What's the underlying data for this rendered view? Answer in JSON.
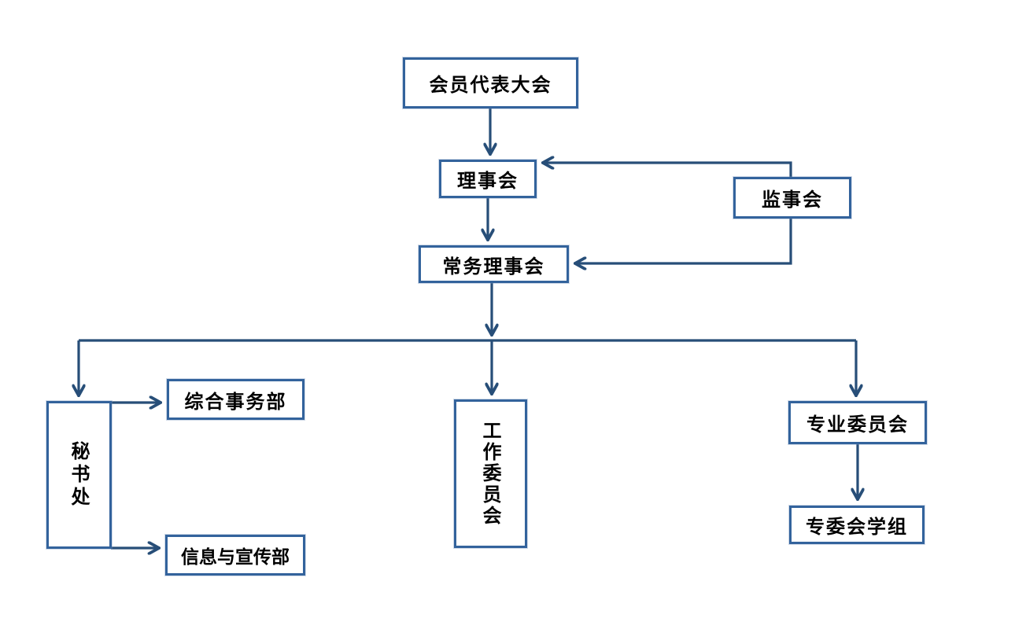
{
  "diagram": {
    "type": "organization-chart",
    "language": "zh-CN",
    "colors": {
      "background": "#ffffff",
      "box_border": "#33639c",
      "connector": "#274e78",
      "text": "#000000"
    },
    "nodes": [
      {
        "id": "general-assembly",
        "label": "会员代表大会",
        "orientation": "horizontal"
      },
      {
        "id": "council",
        "label": "理事会",
        "orientation": "horizontal"
      },
      {
        "id": "supervisory-board",
        "label": "监事会",
        "orientation": "horizontal"
      },
      {
        "id": "standing-council",
        "label": "常务理事会",
        "orientation": "horizontal"
      },
      {
        "id": "secretariat",
        "label": "秘书处",
        "orientation": "vertical"
      },
      {
        "id": "general-affairs-dept",
        "label": "综合事务部",
        "orientation": "horizontal"
      },
      {
        "id": "info-publicity-dept",
        "label": "信息与宣传部",
        "orientation": "horizontal"
      },
      {
        "id": "working-committee",
        "label": "工作委员会",
        "orientation": "vertical"
      },
      {
        "id": "professional-committee",
        "label": "专业委员会",
        "orientation": "horizontal"
      },
      {
        "id": "committee-study-group",
        "label": "专委会学组",
        "orientation": "horizontal"
      }
    ],
    "edges": [
      {
        "from": "general-assembly",
        "to": "council"
      },
      {
        "from": "council",
        "to": "standing-council"
      },
      {
        "from": "supervisory-board",
        "to": "council"
      },
      {
        "from": "supervisory-board",
        "to": "standing-council"
      },
      {
        "from": "standing-council",
        "to": "secretariat"
      },
      {
        "from": "standing-council",
        "to": "working-committee"
      },
      {
        "from": "standing-council",
        "to": "professional-committee"
      },
      {
        "from": "secretariat",
        "to": "general-affairs-dept"
      },
      {
        "from": "secretariat",
        "to": "info-publicity-dept"
      },
      {
        "from": "professional-committee",
        "to": "committee-study-group"
      }
    ]
  }
}
